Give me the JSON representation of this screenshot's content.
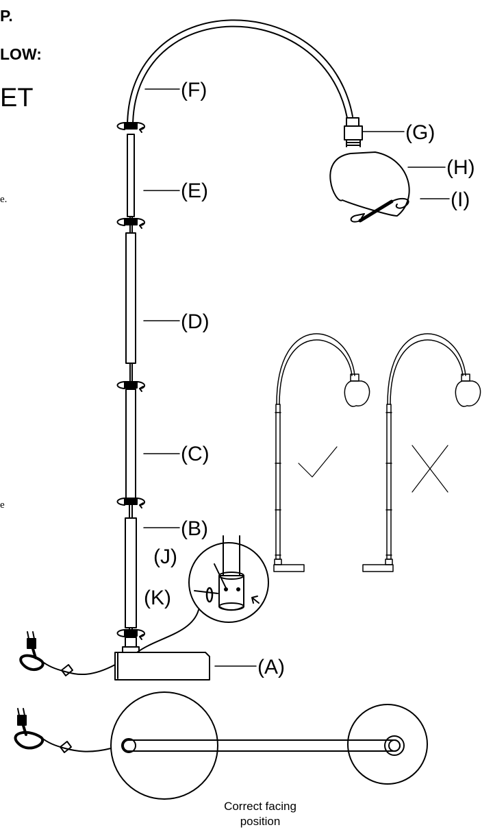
{
  "header_fragments": {
    "line1": "P.",
    "line2": "LOW:",
    "line3": "ET",
    "dot1": "e.",
    "dot2": "e"
  },
  "parts": {
    "A": "(A)",
    "B": "(B)",
    "C": "(C)",
    "D": "(D)",
    "E": "(E)",
    "F": "(F)",
    "G": "(G)",
    "H": "(H)",
    "I": "(I)",
    "J": "(J)",
    "K": "(K)"
  },
  "caption": {
    "line1": "Correct facing",
    "line2": "position"
  },
  "marks": {
    "check": "correct",
    "cross": "incorrect"
  }
}
